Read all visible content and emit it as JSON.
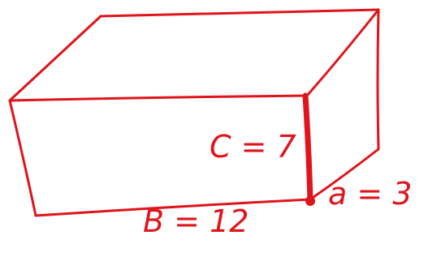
{
  "diagram": {
    "ink_color": "#e0141b",
    "background": "#ffffff",
    "shape": "rectangular-prism",
    "labels": {
      "c": "C = 7",
      "a": "a = 3",
      "b": "B = 12"
    }
  }
}
